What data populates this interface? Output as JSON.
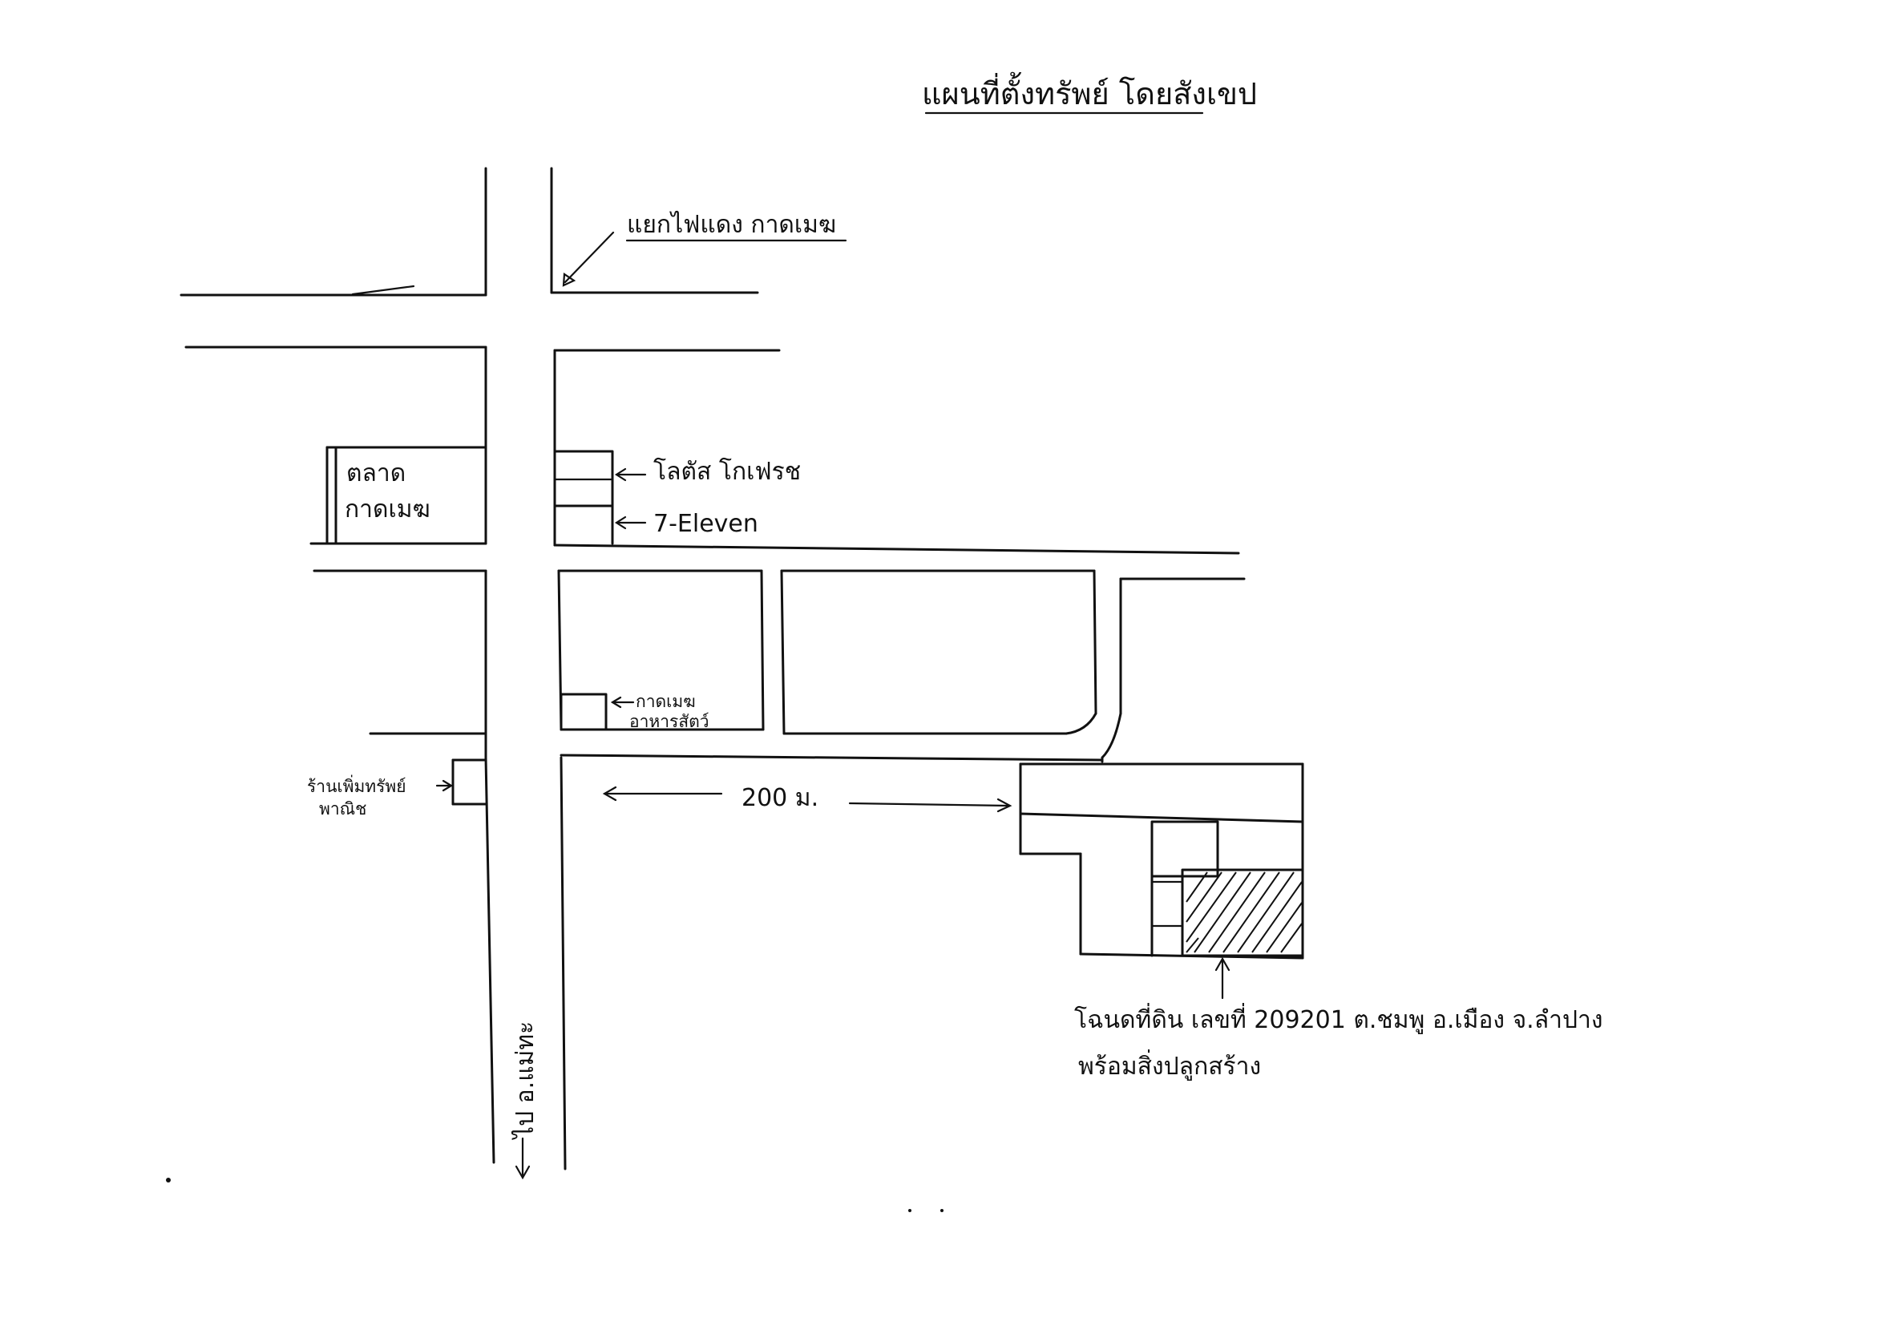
{
  "title": "แผนที่ตั้งทรัพย์ โดยสังเขป",
  "labels": {
    "intersection": "แยกไฟแดง กาดเมฆ",
    "lotus": "โลตัส โกเฟรช",
    "seven_eleven": "7-Eleven",
    "market_line1": "ตลาด",
    "market_line2": "กาดเมฆ",
    "kadmek_food_line1": "กาดเมฆ",
    "kadmek_food_line2": "อาหารสัตว์",
    "shop_line1": "ร้านเพิ่มทรัพย์",
    "shop_line2": "พาณิช",
    "distance": "200 ม.",
    "to_maetha": "ไป อ.แม่ทะ",
    "deed_line1": "โฉนดที่ดิน เลขที่ 209201 ต.ชมพู อ.เมือง จ.ลำปาง",
    "deed_line2": "พร้อมสิ่งปลูกสร้าง"
  },
  "colors": {
    "ink": "#111111",
    "paper": "#ffffff"
  }
}
